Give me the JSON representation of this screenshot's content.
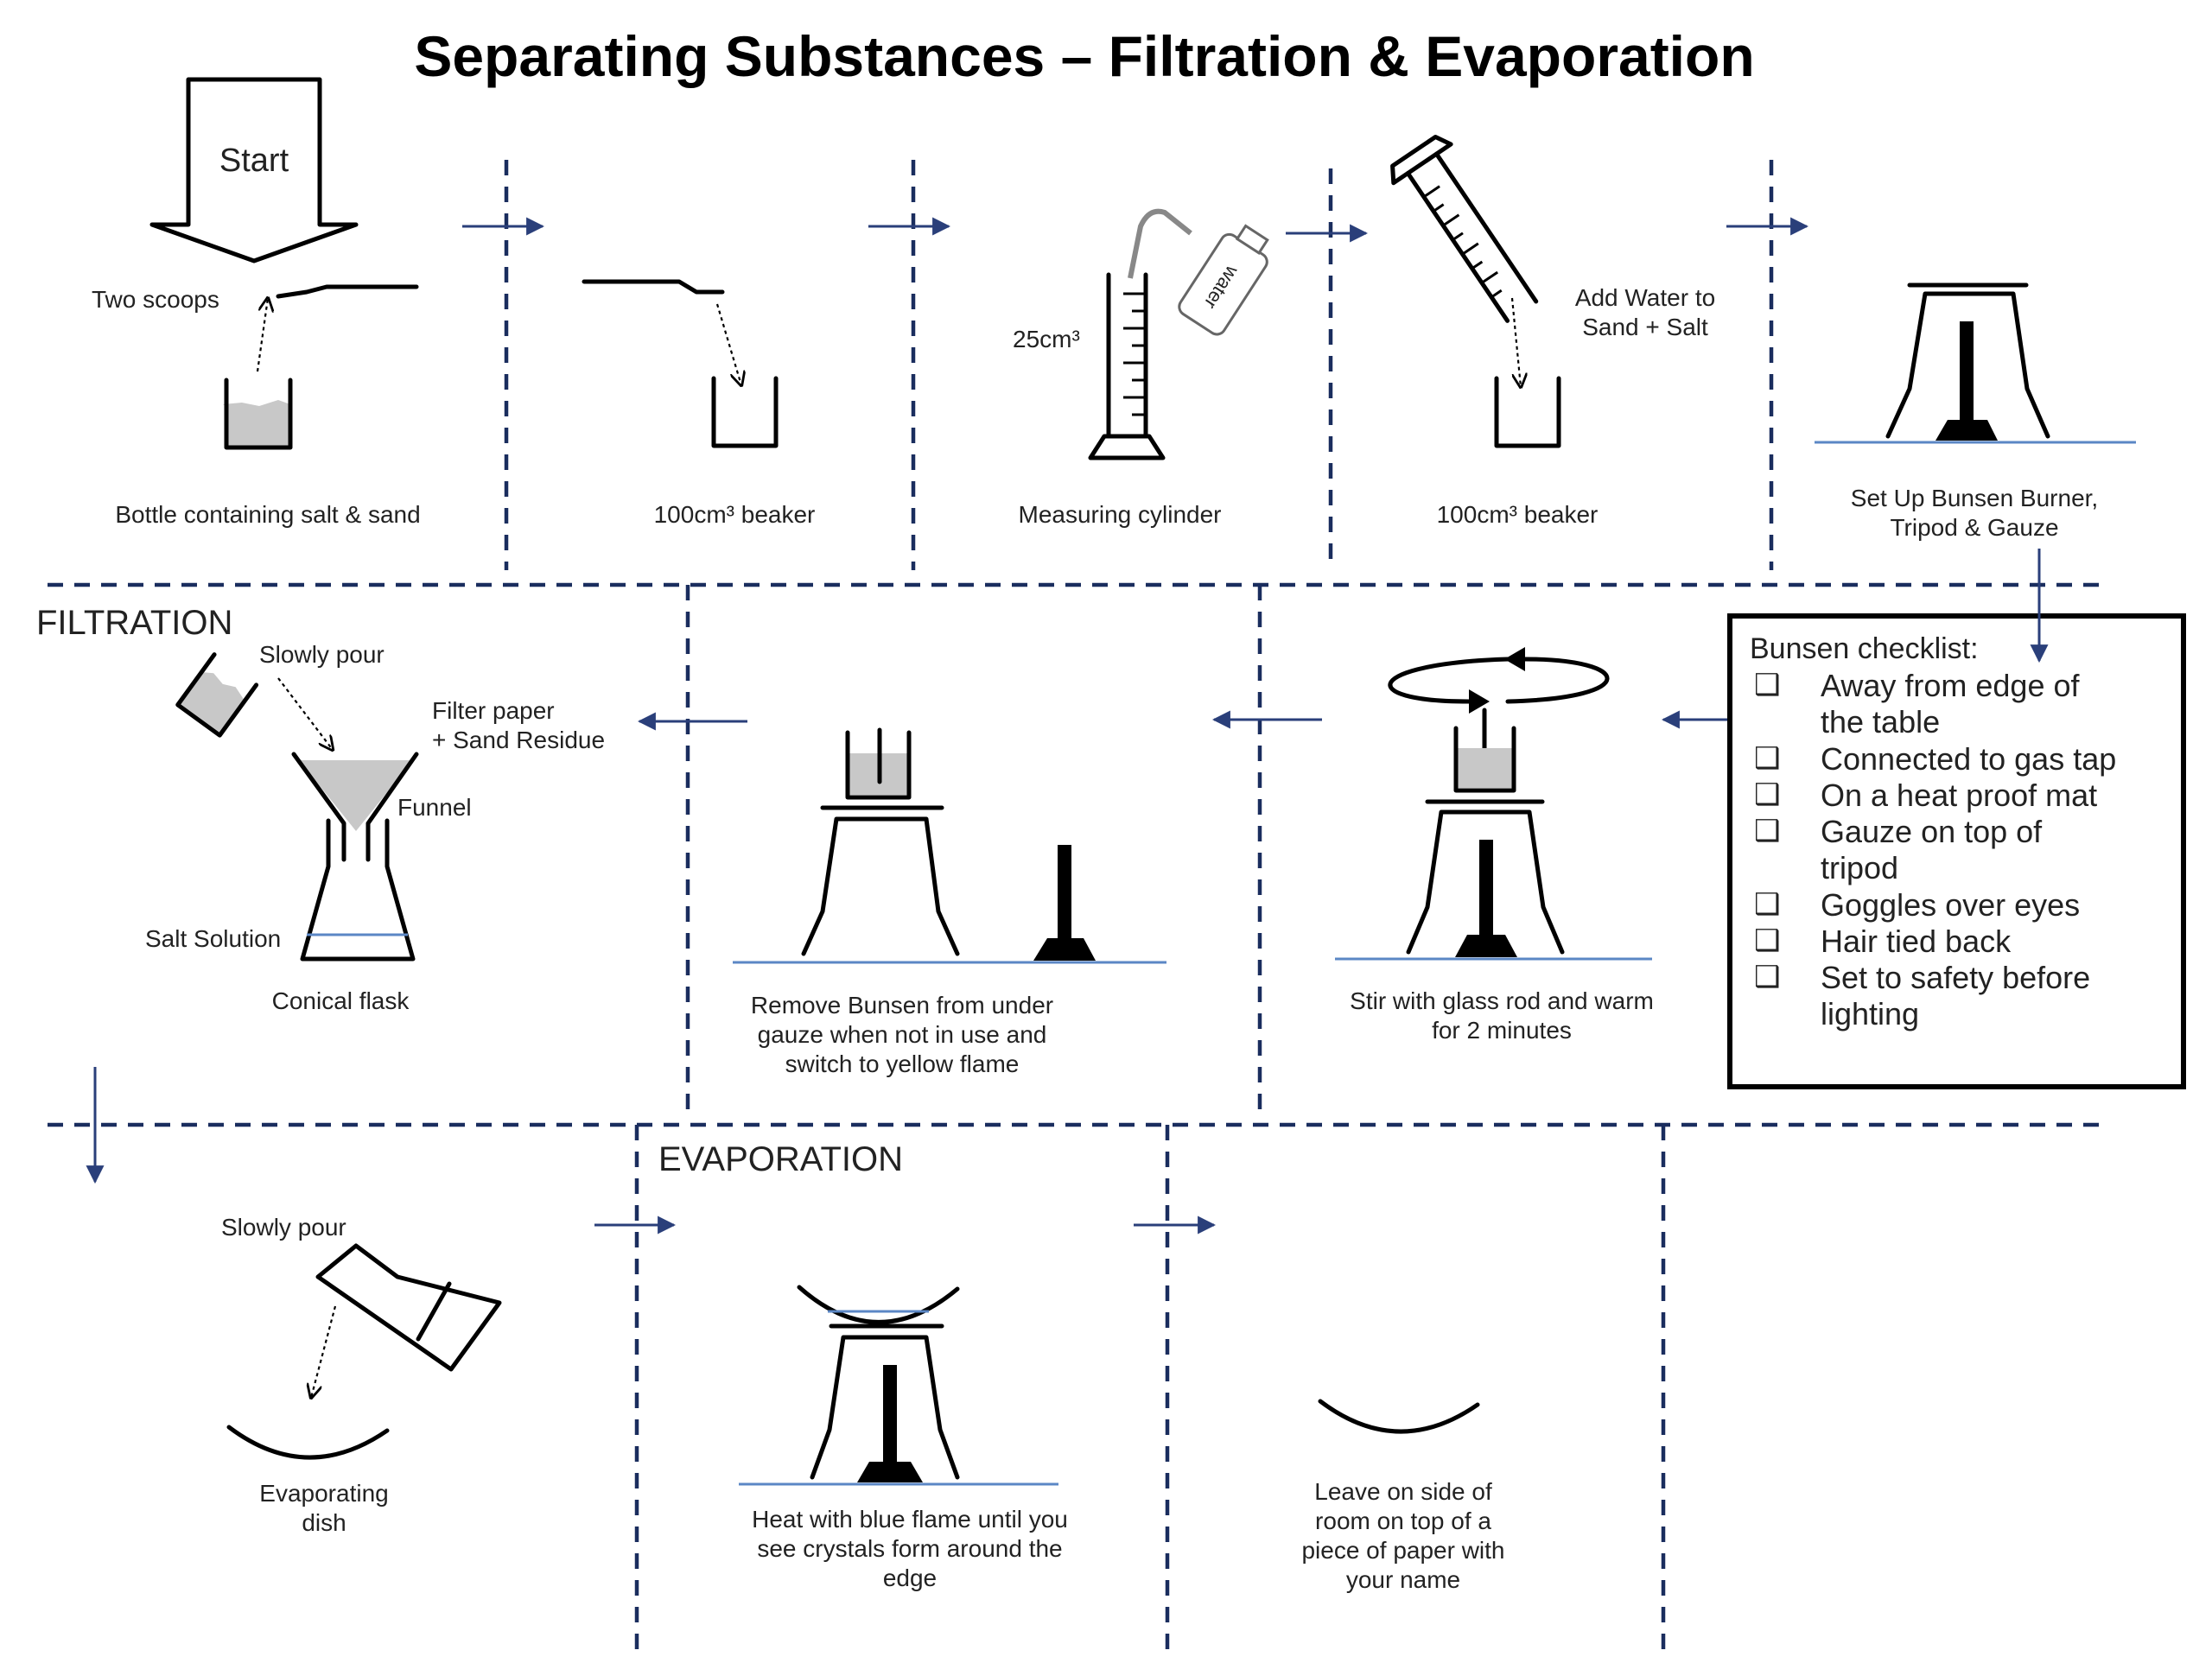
{
  "title": "Separating Substances – Filtration & Evaporation",
  "sections": {
    "filtration": "FILTRATION",
    "evaporation": "EVAPORATION"
  },
  "steps": {
    "start": {
      "arrow_text": "Start",
      "scoops": "Two scoops",
      "caption": "Bottle containing salt & sand"
    },
    "beaker_1": {
      "caption": "100cm³ beaker"
    },
    "cylinder": {
      "volume": "25cm³",
      "bottle_label": "water",
      "caption": "Measuring cylinder"
    },
    "beaker_2": {
      "add_line1": "Add Water to",
      "add_line2": "Sand + Salt",
      "caption": "100cm³ beaker"
    },
    "bunsen_setup": {
      "line1": "Set Up Bunsen Burner,",
      "line2": "Tripod & Gauze"
    },
    "stir": {
      "line1": "Stir with glass rod and warm",
      "line2": "for 2 minutes"
    },
    "remove": {
      "line1": "Remove Bunsen from under",
      "line2": "gauze when not in use and",
      "line3": "switch to yellow flame"
    },
    "filter": {
      "pour": "Slowly pour",
      "paper_line1": "Filter paper",
      "paper_line2": "+ Sand Residue",
      "funnel": "Funnel",
      "solution": "Salt Solution",
      "flask": "Conical flask"
    },
    "pour_dish": {
      "pour": "Slowly pour",
      "dish_line1": "Evaporating",
      "dish_line2": "dish"
    },
    "heat": {
      "line1": "Heat with blue flame until you",
      "line2": "see crystals form around the",
      "line3": "edge"
    },
    "leave": {
      "line1": "Leave on side of",
      "line2": "room on top of a",
      "line3": "piece of paper with",
      "line4": "your name"
    }
  },
  "checklist": {
    "title": "Bunsen checklist:",
    "items": [
      {
        "line1": "Away from edge of",
        "line2": "the table"
      },
      {
        "line1": "Connected to gas tap",
        "line2": ""
      },
      {
        "line1": "On a heat proof mat",
        "line2": ""
      },
      {
        "line1": "Gauze on top of",
        "line2": "tripod"
      },
      {
        "line1": "Goggles over eyes",
        "line2": ""
      },
      {
        "line1": "Hair tied back",
        "line2": ""
      },
      {
        "line1": "Set to safety before",
        "line2": "lighting"
      }
    ]
  },
  "colors": {
    "separator": "#1a2d5e",
    "flow_arrow": "#2a3f7a",
    "bench_line": "#5b87c5",
    "liquid": "#c8c8c8"
  }
}
